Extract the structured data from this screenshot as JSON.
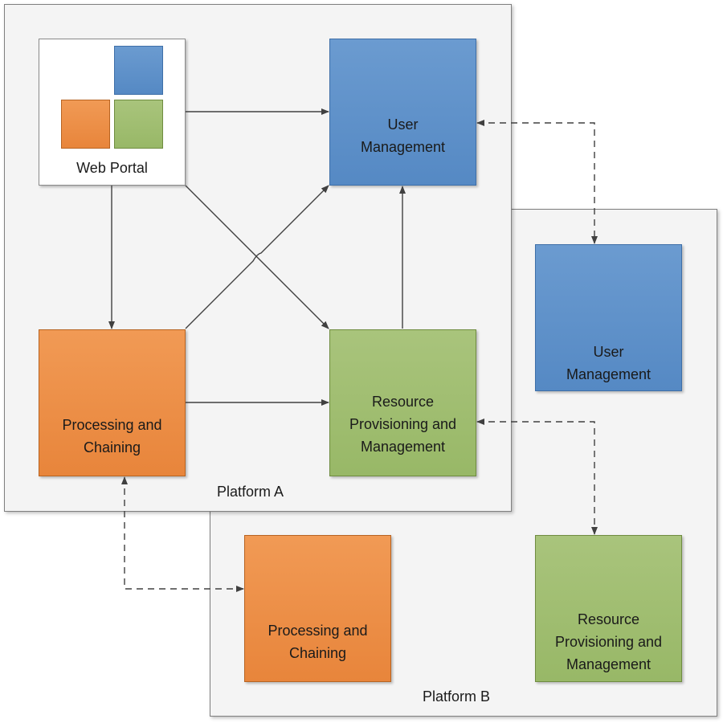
{
  "platform_a": {
    "label": "Platform A"
  },
  "platform_b": {
    "label": "Platform B"
  },
  "web_portal": {
    "label": "Web Portal"
  },
  "a_user_management": {
    "label": "User\nManagement"
  },
  "a_processing": {
    "label": "Processing and\nChaining"
  },
  "a_resource": {
    "label": "Resource\nProvisioning and\nManagement"
  },
  "b_user_management": {
    "label": "User\nManagement"
  },
  "b_processing": {
    "label": "Processing and\nChaining"
  },
  "b_resource": {
    "label": "Resource\nProvisioning and\nManagement"
  },
  "colors": {
    "blue": "#5b8fc9",
    "orange": "#eb8c45",
    "green": "#9fbd6f",
    "arrow": "#404040"
  }
}
